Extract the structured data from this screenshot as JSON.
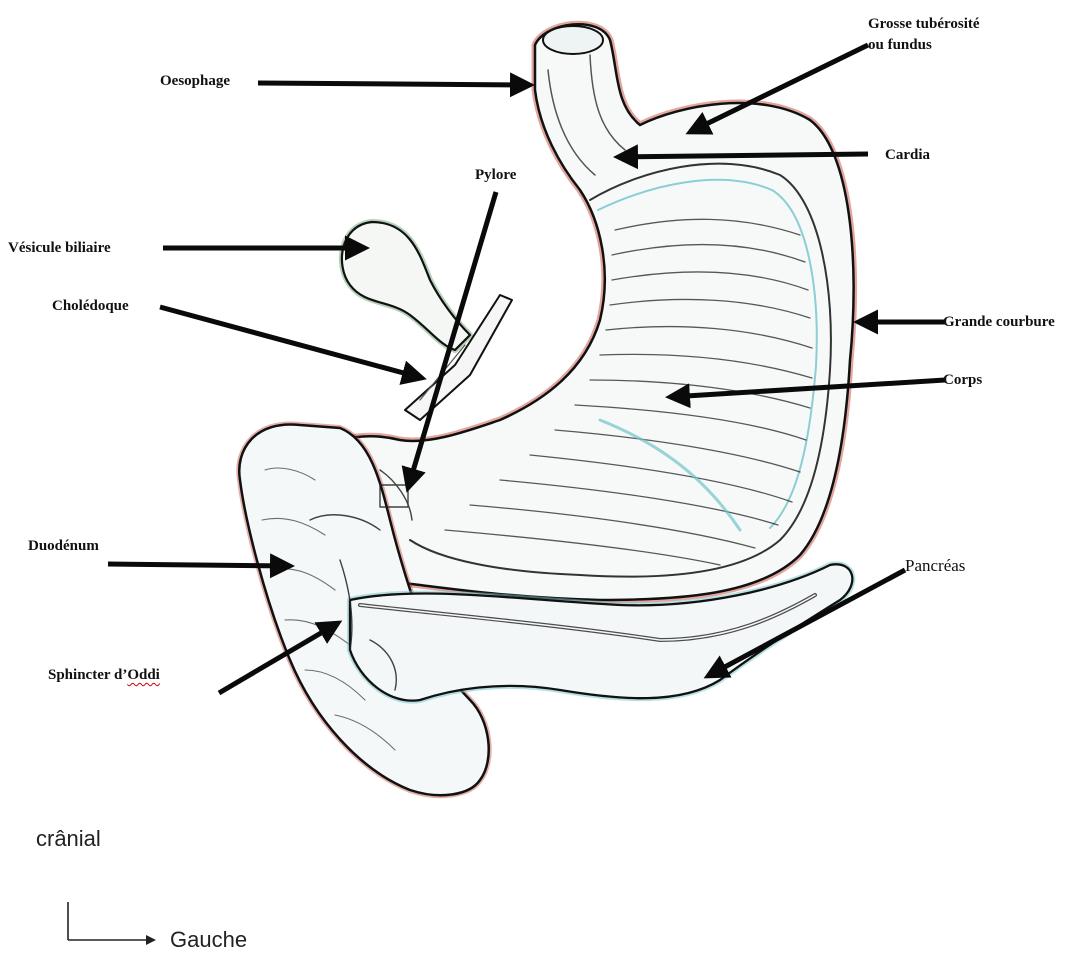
{
  "labels": {
    "oesophage": "Oesophage",
    "fundus_line1": "Grosse tubérosité",
    "fundus_line2": "ou fundus",
    "cardia": "Cardia",
    "pylore": "Pylore",
    "vesicule": "Vésicule biliaire",
    "choledoque": "Cholédoque",
    "grande_courbure": "Grande courbure",
    "corps": "Corps",
    "duodenum": "Duodénum",
    "pancreas": "Pancréas",
    "sphincter_prefix": "Sphincter d’",
    "sphincter_oddi": "Oddi"
  },
  "orientation": {
    "cranial": "crânial",
    "gauche": "Gauche"
  },
  "colors": {
    "arrow": "#0a0a0a",
    "outline": "#1a1a1a",
    "halo_red": "#c0392b",
    "halo_cyan": "#6fc3c9"
  }
}
